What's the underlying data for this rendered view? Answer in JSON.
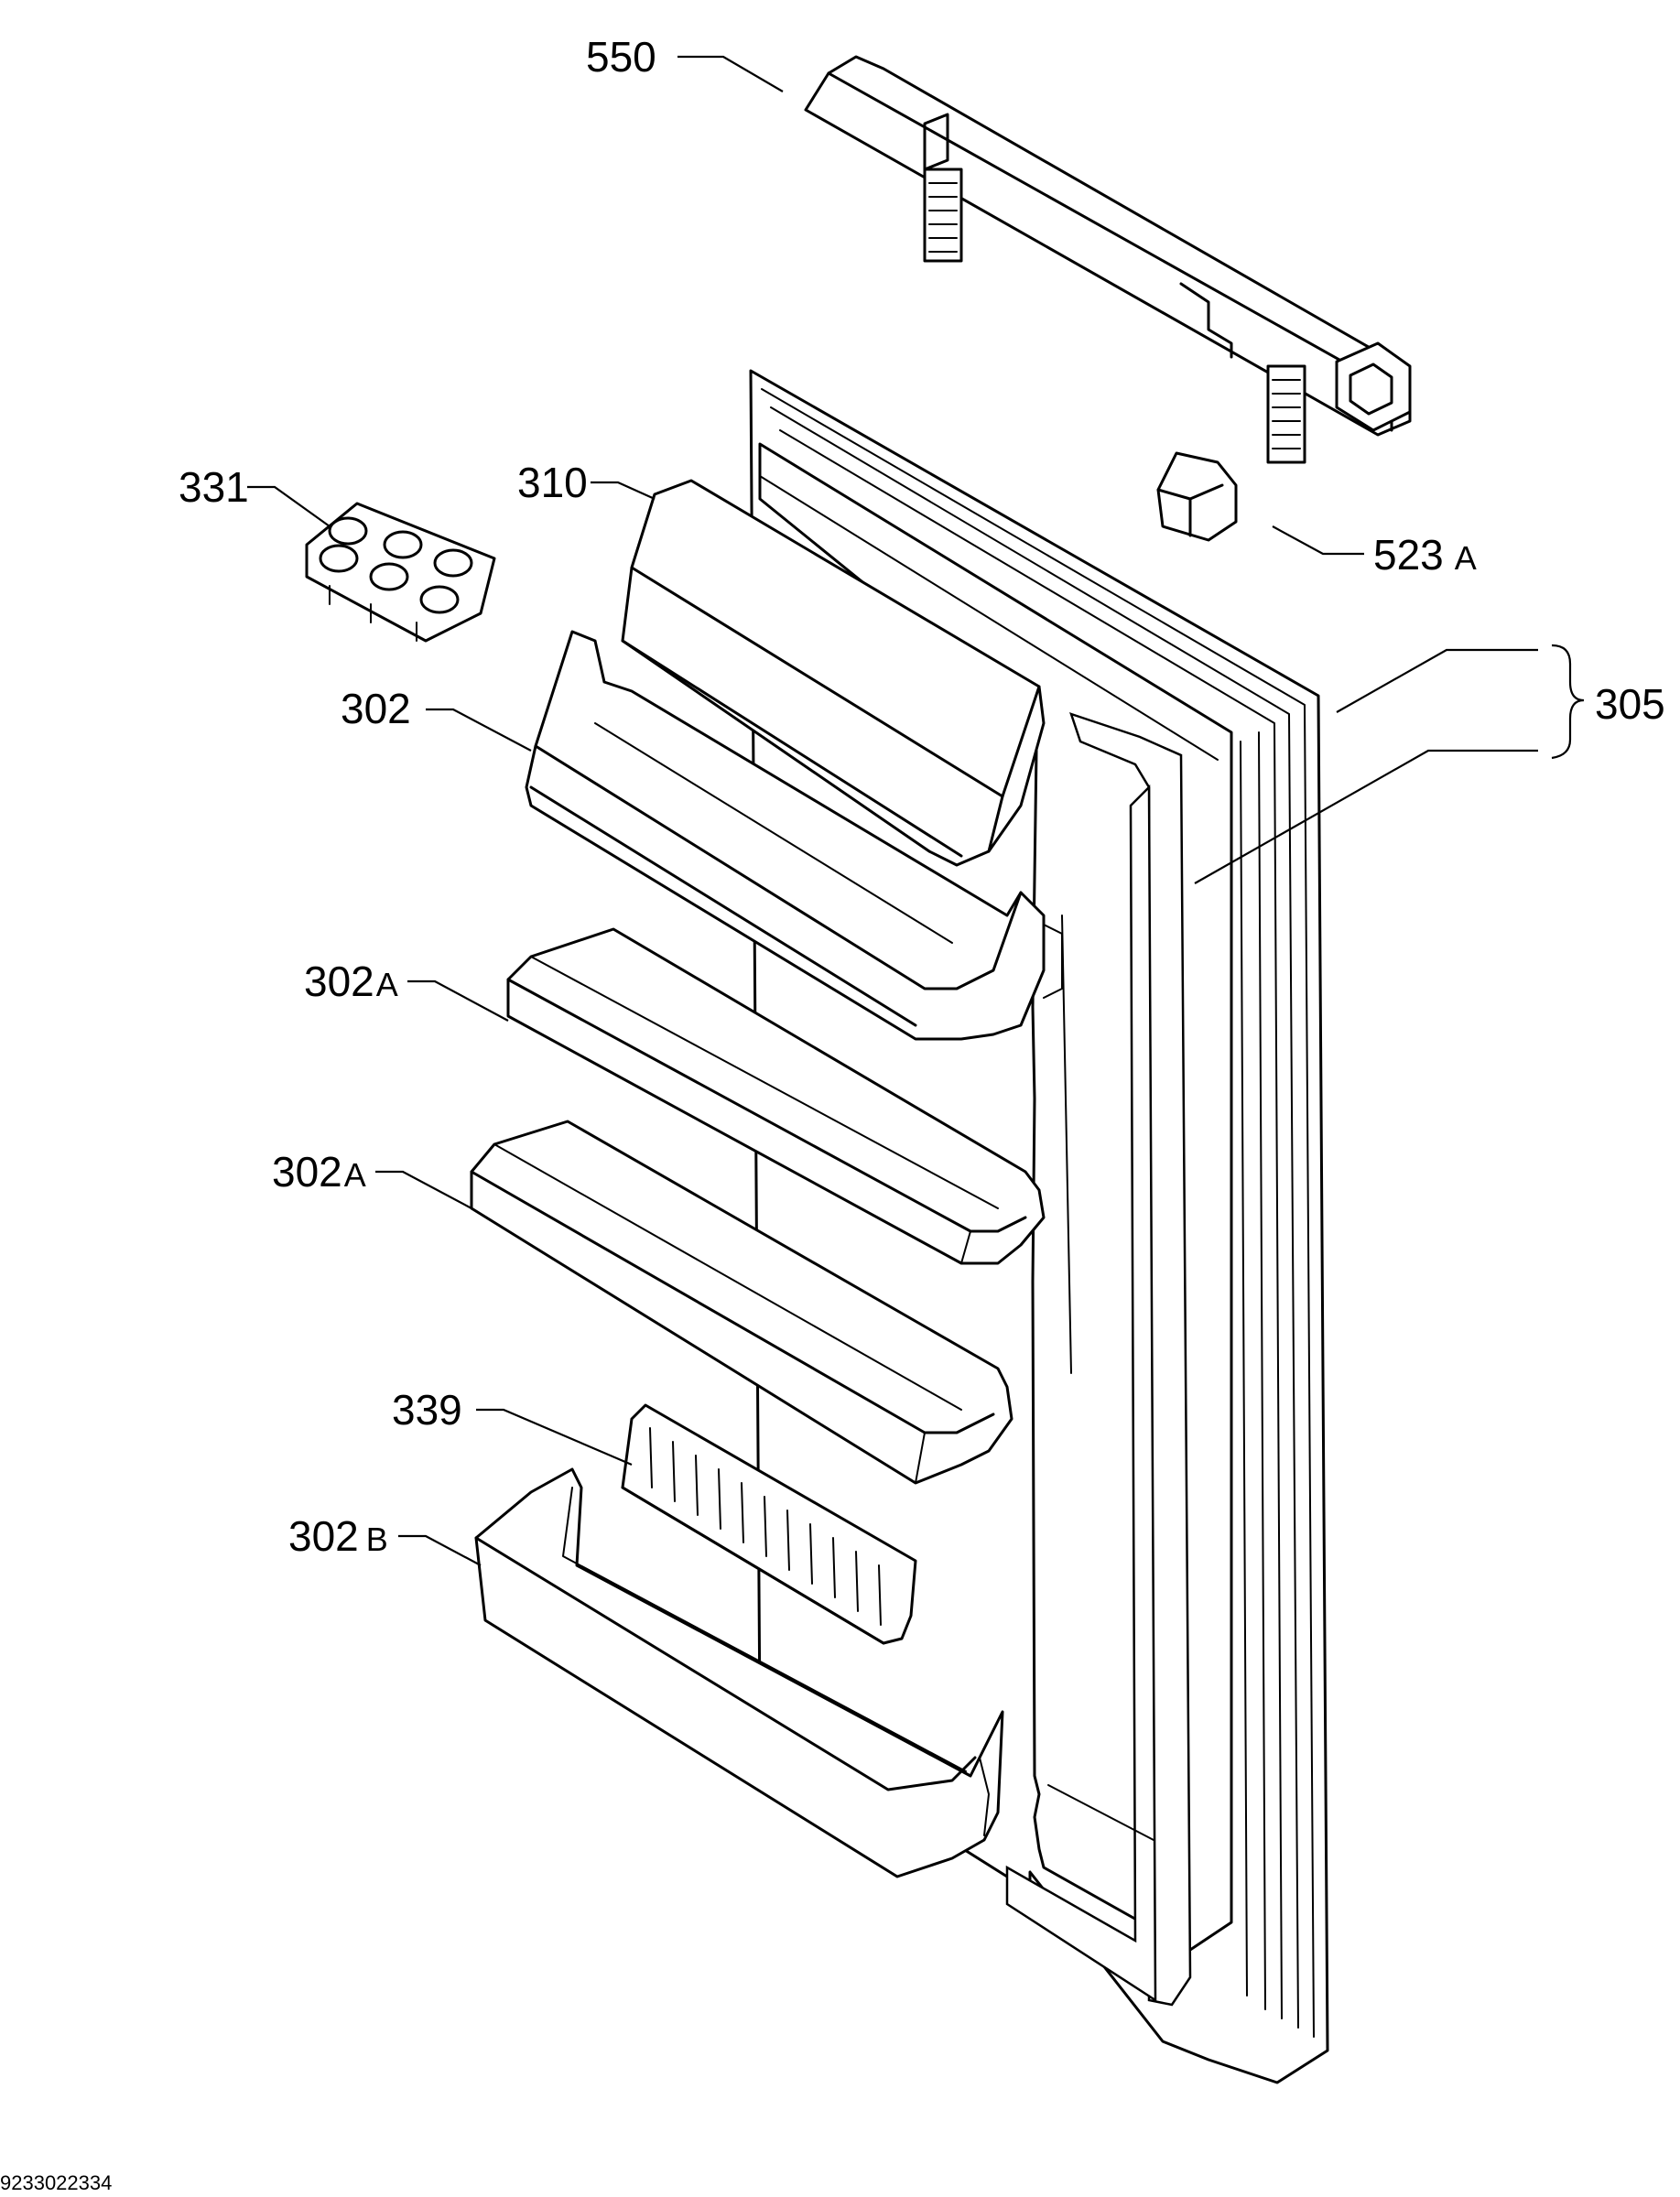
{
  "document_number": "9233022334",
  "callouts": {
    "p550": {
      "num": "550",
      "suffix": ""
    },
    "p331": {
      "num": "331",
      "suffix": ""
    },
    "p310": {
      "num": "310",
      "suffix": ""
    },
    "p523a": {
      "num": "523",
      "suffix": "A"
    },
    "p302": {
      "num": "302",
      "suffix": ""
    },
    "p305": {
      "num": "305",
      "suffix": ""
    },
    "p302a_upper": {
      "num": "302",
      "suffix": "A"
    },
    "p302a_lower": {
      "num": "302",
      "suffix": "A"
    },
    "p339": {
      "num": "339",
      "suffix": ""
    },
    "p302b": {
      "num": "302",
      "suffix": "B"
    }
  },
  "colors": {
    "line": "#000000",
    "background": "#ffffff"
  }
}
